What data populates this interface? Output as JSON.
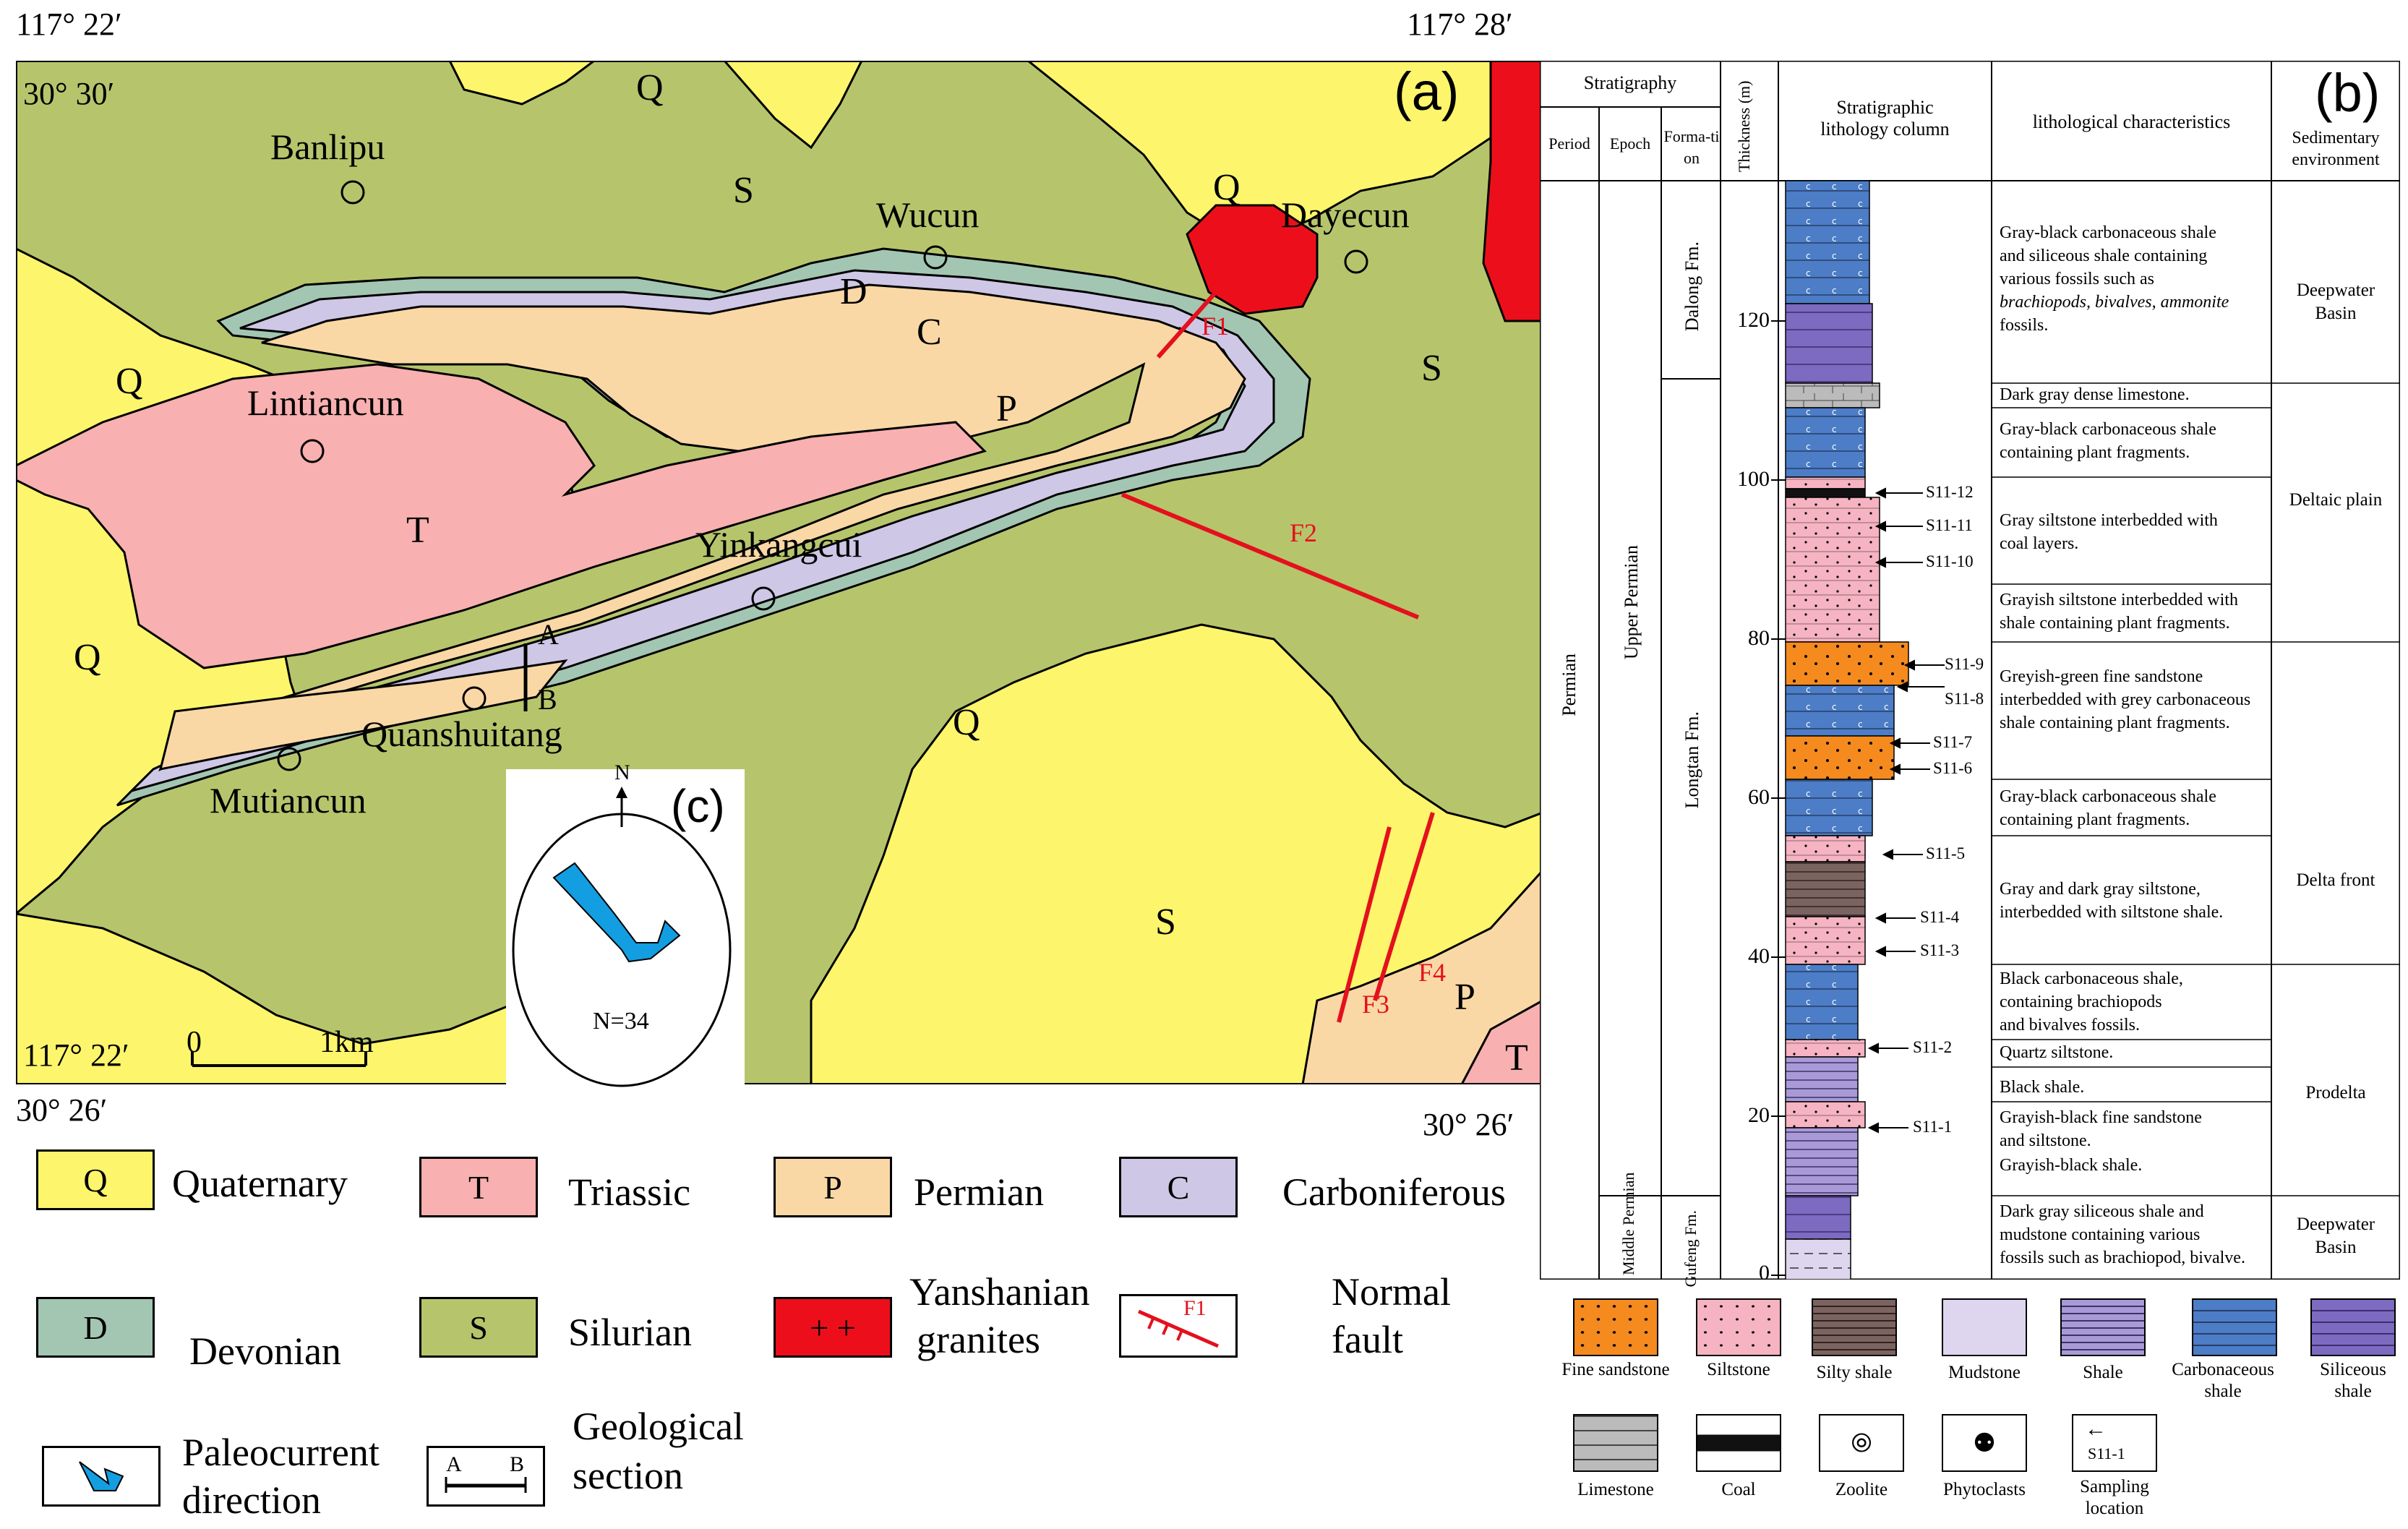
{
  "map": {
    "panel_label": "(a)",
    "coords": {
      "top_left": "117° 22′",
      "top_right": "117° 28′",
      "inner_top_left": "30° 30′",
      "inner_bottom_left": "117° 22′",
      "bottom_left": "30° 26′",
      "bottom_right": "30° 26′"
    },
    "places": [
      "Banlipu",
      "Wucun",
      "Dayecun",
      "Lintiancun",
      "Yinkangcui",
      "Quanshuitang",
      "Mutiancun"
    ],
    "units": [
      "Q",
      "S",
      "D",
      "C",
      "P",
      "T"
    ],
    "faults": [
      "F1",
      "F2",
      "F3",
      "F4"
    ],
    "section_ends": [
      "A",
      "B"
    ],
    "scale": {
      "zero": "0",
      "length": "1km"
    },
    "colors": {
      "quaternary": "#fdf56c",
      "silurian": "#b6c56c",
      "devonian": "#a3c6b2",
      "carboniferous": "#cfc7e6",
      "permian": "#fad8a6",
      "triassic": "#f8b0b0",
      "granite": "#ec0f1b",
      "fault": "#e4101e"
    }
  },
  "rose": {
    "label": "(c)",
    "north": "N",
    "count": "N=34",
    "color": "#129ee1"
  },
  "legend": [
    {
      "symbol": "Q",
      "name": "Quaternary",
      "color": "#fdf56c"
    },
    {
      "symbol": "T",
      "name": "Triassic",
      "color": "#f8b0b0"
    },
    {
      "symbol": "P",
      "name": "Permian",
      "color": "#fad8a6"
    },
    {
      "symbol": "C",
      "name": "Carboniferous",
      "color": "#cfc7e6"
    },
    {
      "symbol": "D",
      "name": "Devonian",
      "color": "#a3c6b2"
    },
    {
      "symbol": "S",
      "name": "Silurian",
      "color": "#b6c56c"
    },
    {
      "symbol": "+ +",
      "name_line1": "Yanshanian",
      "name_line2": "granites",
      "color": "#ec0f1b"
    },
    {
      "symbol": "F1",
      "name": "Normal fault"
    },
    {
      "name_line1": "Paleocurrent",
      "name_line2": "direction"
    },
    {
      "symbol_a": "A",
      "symbol_b": "B",
      "name_line1": "Geological",
      "name_line2": "section"
    }
  ],
  "column": {
    "panel_label": "(b)",
    "headers": {
      "stratigraphy": "Stratigraphy",
      "period": "Period",
      "epoch": "Epoch",
      "formation": "Forma-tion",
      "thickness": "Thickness (m)",
      "lithology_column_1": "Stratigraphic",
      "lithology_column_2": "lithology column",
      "lith_char": "lithological characteristics",
      "env_1": "Sedimentary",
      "env_2": "environment"
    },
    "period": "Permian",
    "epochs": [
      "Upper Permian",
      "Middle Permian"
    ],
    "formations": [
      "Dalong Fm.",
      "Longtan Fm.",
      "Gufeng Fm."
    ],
    "ticks": [
      "0",
      "20",
      "40",
      "60",
      "80",
      "100",
      "120"
    ],
    "samples": [
      "S11-12",
      "S11-11",
      "S11-10",
      "S11-9",
      "S11-8",
      "S11-7",
      "S11-6",
      "S11-5",
      "S11-4",
      "S11-3",
      "S11-2",
      "S11-1"
    ],
    "lith_lines": [
      [
        "Gray-black carbonaceous shale",
        "and siliceous shale containing",
        "various fossils such as",
        "brachiopods, bivalves, ammonite",
        "fossils."
      ],
      [
        "Dark gray dense limestone."
      ],
      [
        "Gray-black carbonaceous shale",
        "containing plant fragments."
      ],
      [
        "Gray siltstone interbedded with",
        "coal layers."
      ],
      [
        "Grayish siltstone interbedded with",
        "shale containing plant fragments."
      ],
      [
        "Greyish-green fine sandstone",
        "interbedded with grey carbonaceous",
        "shale containing plant fragments."
      ],
      [
        "Gray-black carbonaceous shale",
        "containing plant fragments."
      ],
      [
        "Gray and dark gray siltstone,",
        "interbedded with siltstone shale."
      ],
      [
        "Black carbonaceous shale,",
        "containing brachiopods",
        "and bivalves fossils."
      ],
      [
        "Quartz siltstone."
      ],
      [
        "Black shale."
      ],
      [
        "Grayish-black fine sandstone",
        "and siltstone."
      ],
      [
        "Grayish-black shale."
      ],
      [
        "Dark gray siliceous shale and",
        "mudstone containing various",
        "fossils such as brachiopod, bivalve."
      ]
    ],
    "environments": [
      [
        "Deepwater",
        "Basin"
      ],
      [
        "Deltaic plain"
      ],
      [
        "Delta front"
      ],
      [
        "Prodelta"
      ],
      [
        "Deepwater",
        "Basin"
      ]
    ]
  },
  "symbol_legend": [
    {
      "name": "Fine sandstone"
    },
    {
      "name": "Siltstone"
    },
    {
      "name": "Silty shale"
    },
    {
      "name": "Mudstone"
    },
    {
      "name": "Shale"
    },
    {
      "name": "Carbonaceous shale"
    },
    {
      "name": "Siliceous shale"
    },
    {
      "name": "Limestone"
    },
    {
      "name": "Coal"
    },
    {
      "name": "Zoolite"
    },
    {
      "name": "Phytoclasts"
    },
    {
      "name": "Sampling location",
      "box_text": "S11-1"
    }
  ]
}
